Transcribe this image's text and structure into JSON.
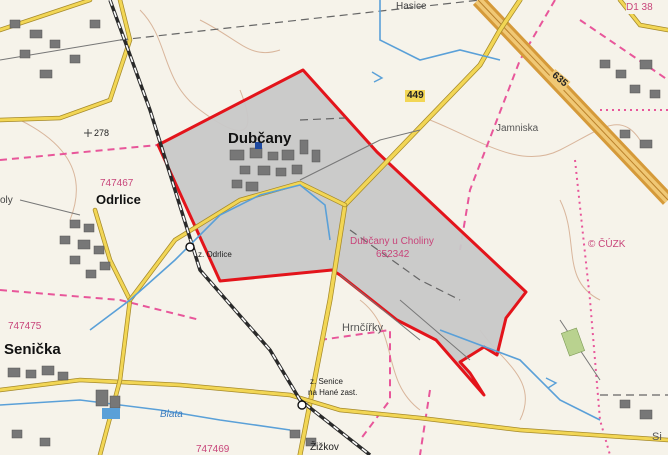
{
  "map": {
    "colors": {
      "background": "#f6f3ea",
      "parcel_fill": "#c8c8c8",
      "parcel_border": "#e3141b",
      "boundary_dashed": "#e8569a",
      "road_main": "#e7c34a",
      "highway": "#d59a3a",
      "railway": "#2a2a2a",
      "stream": "#5aa0d8",
      "contour": "#d9b69c"
    },
    "labels": {
      "dubcany": "Dubčany",
      "odrlice": "Odrlice",
      "senicka": "Senička",
      "cadastral_name": "Dubčany u Choliny",
      "cadastral_code": "652342",
      "code_odrlice": "747467",
      "code_senicka": "747475",
      "code_bottom": "747469",
      "elevation": "278",
      "jamniska": "Jamniska",
      "hrncirky": "Hrnčířky",
      "stop_odrlice": "z. Odrlice",
      "stop_senice_1": "z. Senice",
      "stop_senice_2": "na Hané zast.",
      "zizkov": "Žižkov",
      "blata": "Blata",
      "cuzk": "© ČÚZK",
      "road_449": "449",
      "road_635": "635",
      "hasice": "Hasice",
      "edge_left": "oly",
      "edge_right_top": "D1 38",
      "edge_right_bottom": "Si"
    },
    "icons": {
      "church": "church-icon",
      "elevation_point": "elevation-point-icon",
      "stop": "railway-stop-icon"
    }
  }
}
